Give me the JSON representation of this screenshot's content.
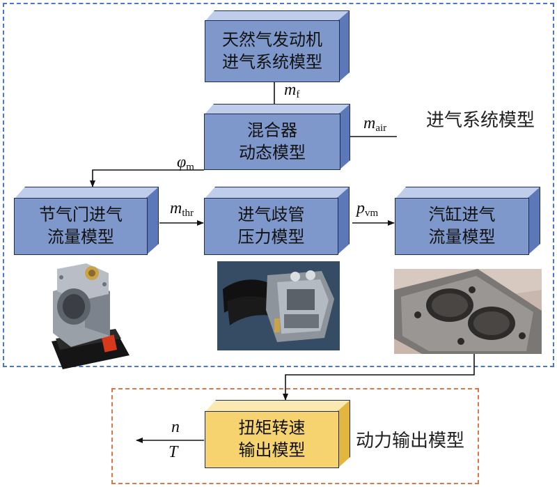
{
  "regions": {
    "intake_label": "进气系统模型",
    "output_label": "动力输出模型"
  },
  "boxes": {
    "engine": [
      "天然气发动机",
      "进气系统模型"
    ],
    "mixer": [
      "混合器",
      "动态模型"
    ],
    "throttle": [
      "节气门进气",
      "流量模型"
    ],
    "manifold": [
      "进气歧管",
      "压力模型"
    ],
    "cylinder": [
      "汽缸进气",
      "流量模型"
    ],
    "torque": [
      "扭矩转速",
      "输出模型"
    ]
  },
  "variables": {
    "m_f": {
      "sym": "m",
      "sub": "f"
    },
    "m_air": {
      "sym": "m",
      "sub": "air"
    },
    "phi_m": {
      "sym": "φ",
      "sub": "m"
    },
    "m_thr": {
      "sym": "m",
      "sub": "thr"
    },
    "p_vm": {
      "sym": "p",
      "sub": "vm"
    },
    "n": {
      "sym": "n"
    },
    "T": {
      "sym": "T"
    }
  },
  "photos": [
    "throttle-valve-photo",
    "intake-manifold-photo",
    "cylinder-block-photo"
  ],
  "colors": {
    "intake_border": "#4a78c8",
    "output_border": "#d9764a",
    "box_blue": "#7f98cc",
    "box_yellow": "#f6d36e"
  }
}
